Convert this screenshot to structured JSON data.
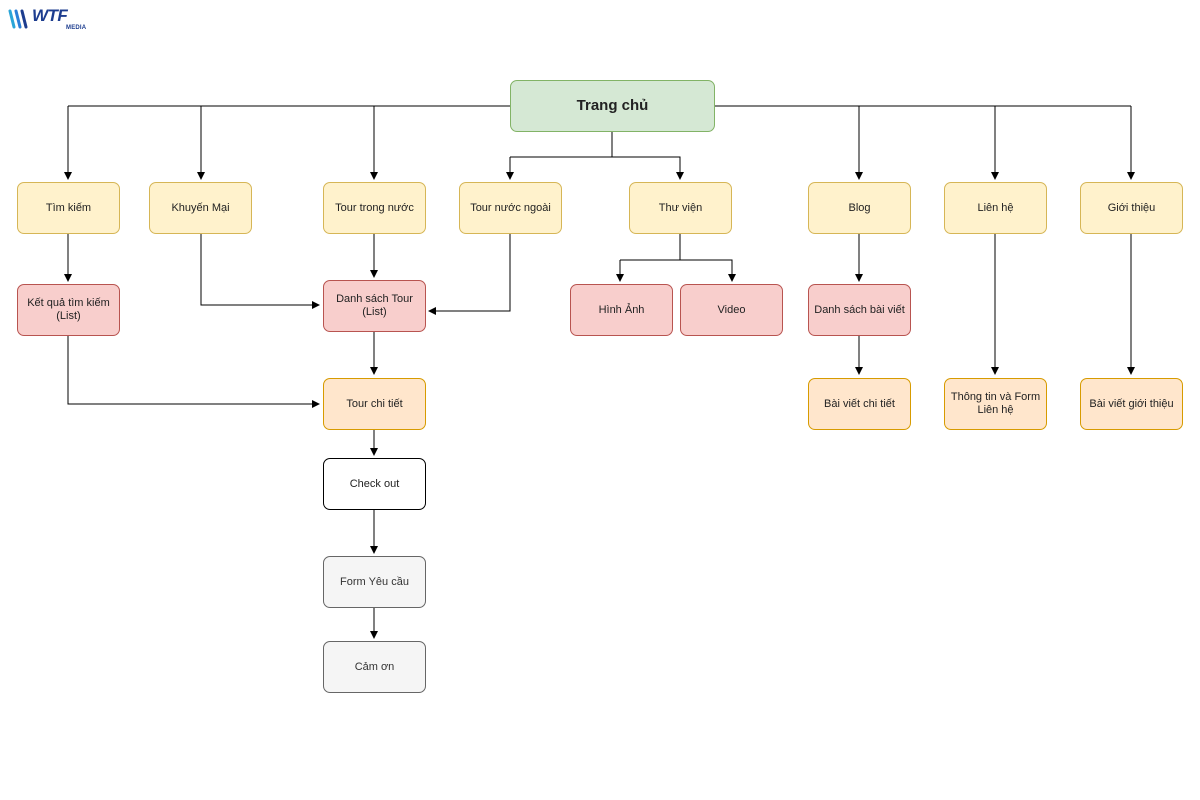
{
  "logo": {
    "text": "WTF",
    "sub": "MEDIA"
  },
  "nodes": {
    "home": "Trang chủ",
    "search": "Tìm kiếm",
    "promo": "Khuyến Mại",
    "domestic": "Tour trong nước",
    "foreign": "Tour nước ngoài",
    "library": "Thư viện",
    "blog": "Blog",
    "contact": "Liên hệ",
    "about": "Giới thiệu",
    "search_results": "Kết quả tìm kiếm (List)",
    "tour_list": "Danh sách Tour (List)",
    "images": "Hình Ảnh",
    "video": "Video",
    "post_list": "Danh sách bài viết",
    "tour_detail": "Tour chi tiết",
    "post_detail": "Bài viết chi tiết",
    "contact_form": "Thông tin và Form Liên hệ",
    "about_post": "Bài viết giới thiệu",
    "checkout": "Check out",
    "request_form": "Form Yêu cầu",
    "thanks": "Cảm ơn"
  },
  "colors": {
    "green_fill": "#d5e8d4",
    "yellow_fill": "#fff2cc",
    "red_fill": "#f8cecc",
    "orange_fill": "#ffe6cc",
    "gray_fill": "#f5f5f5",
    "logo": "#1d3d8f"
  }
}
